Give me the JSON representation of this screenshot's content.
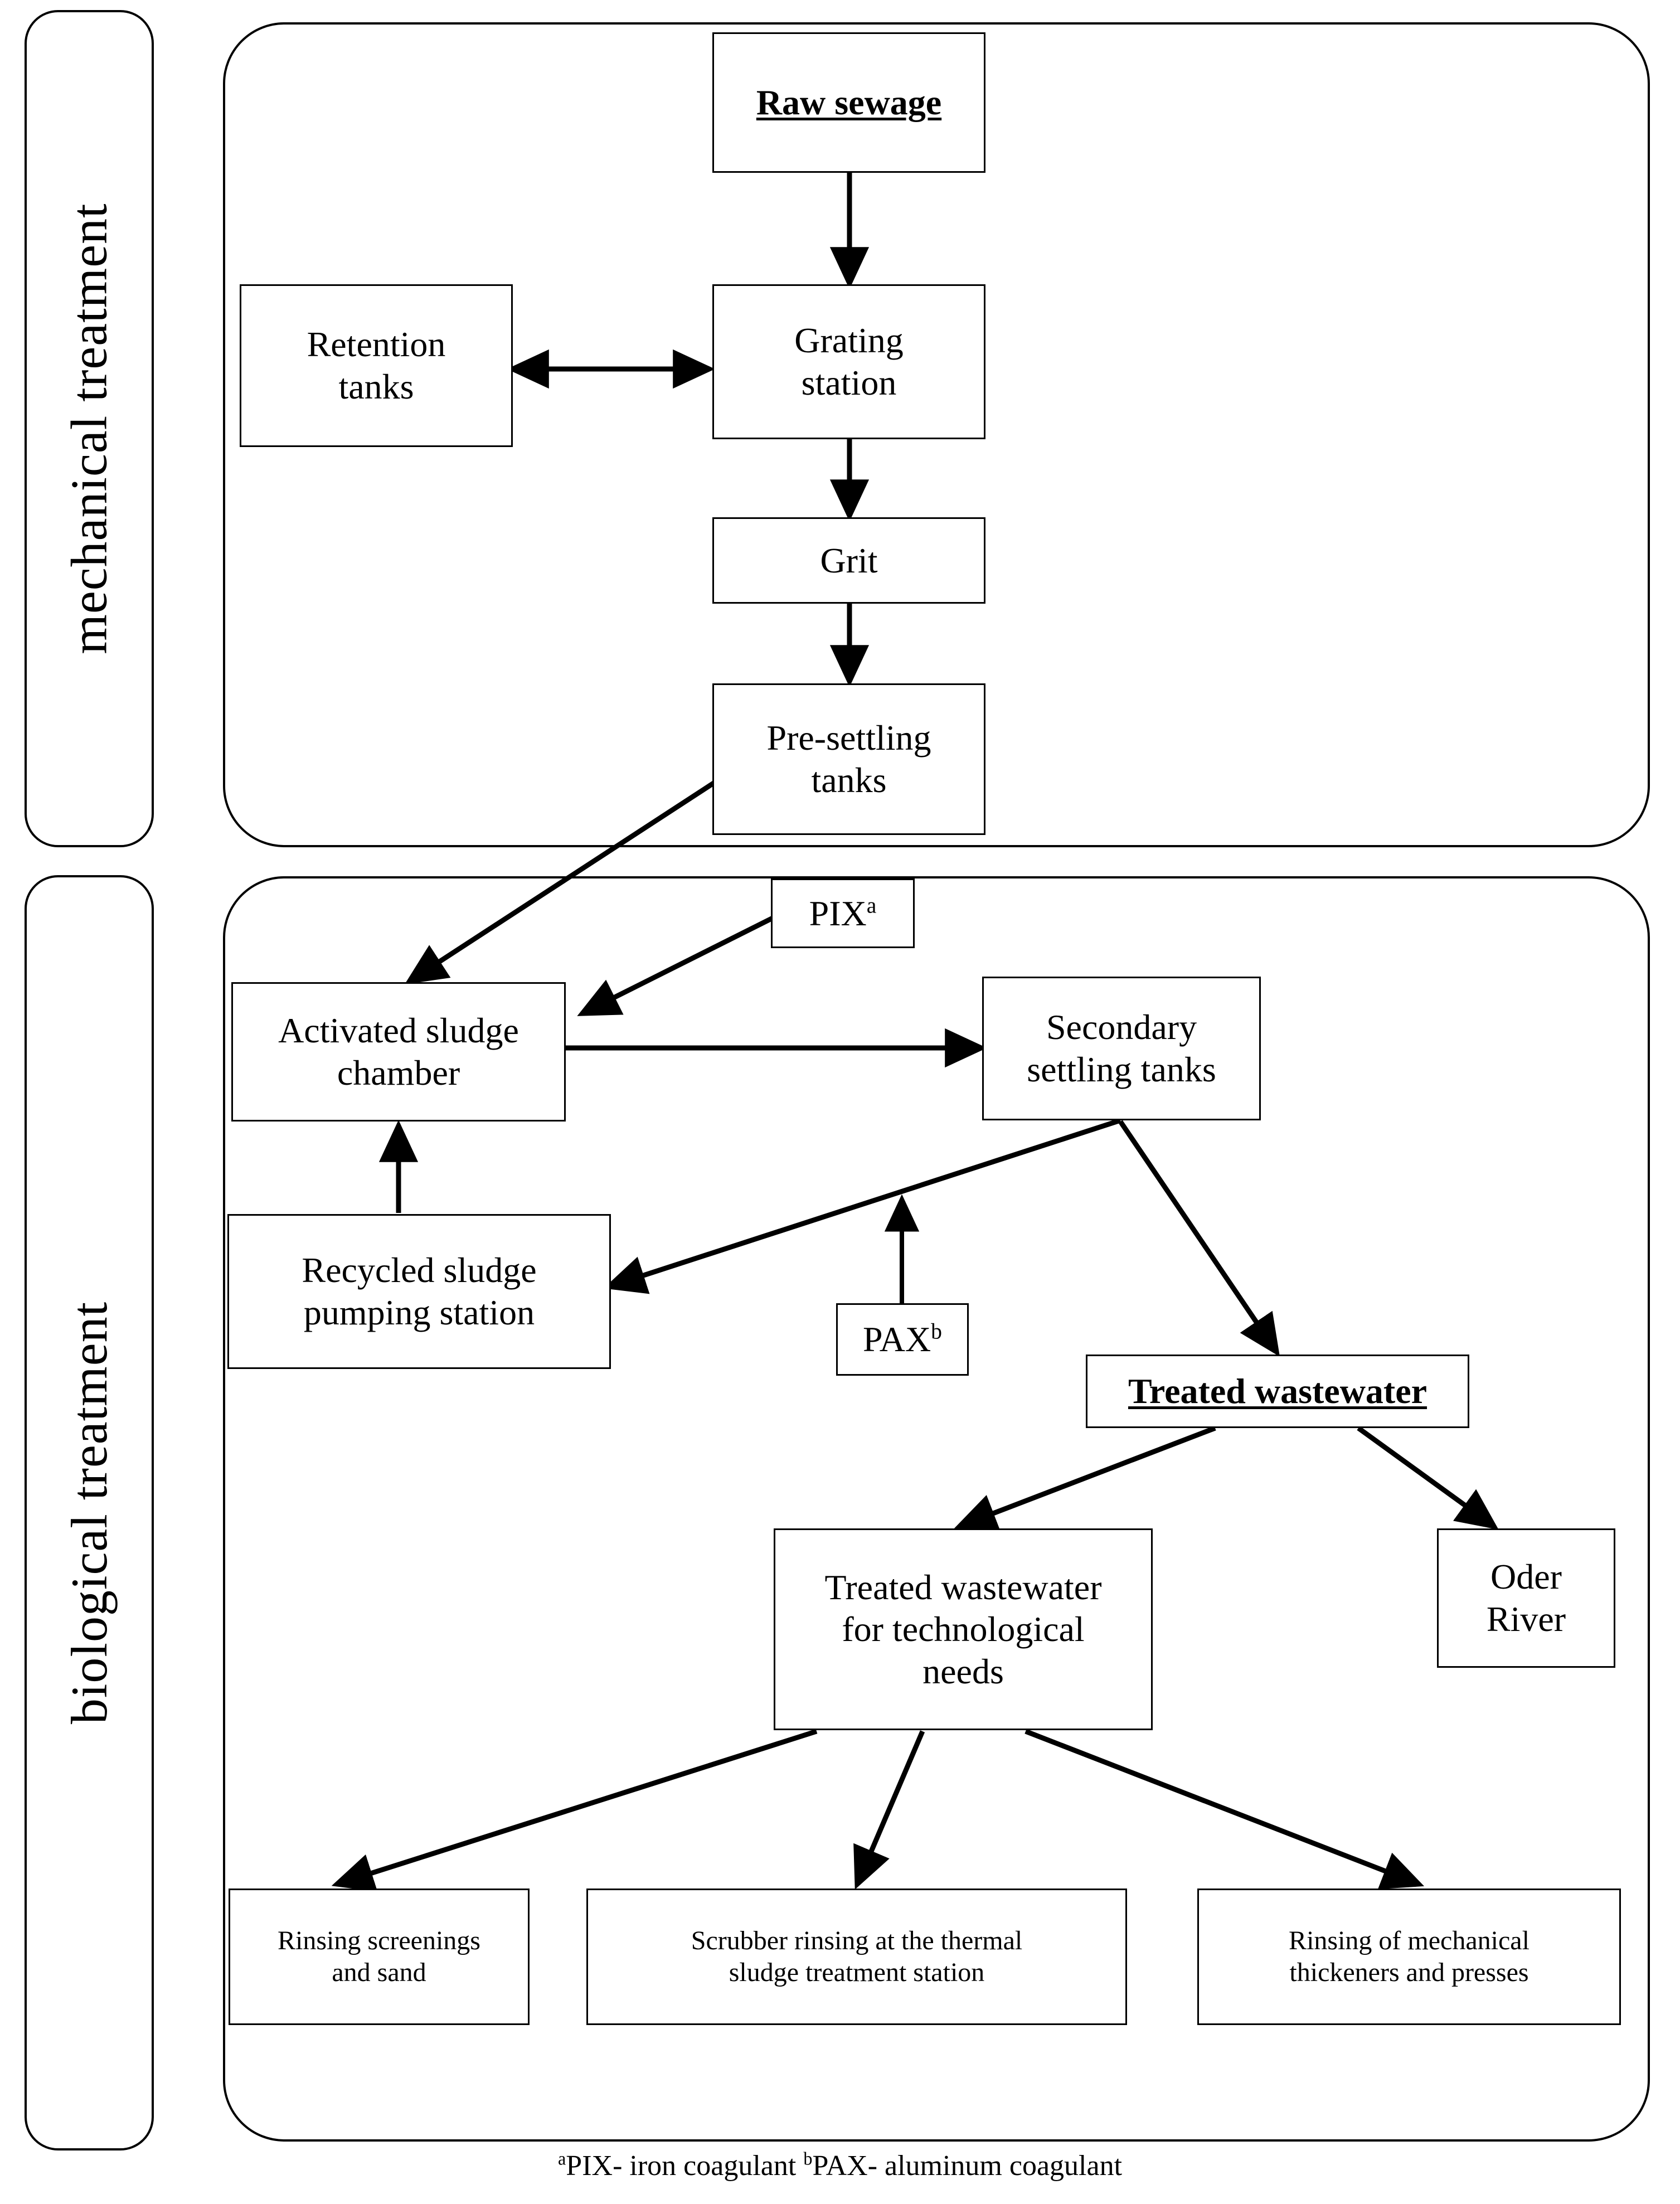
{
  "figure": {
    "type": "process-flow-diagram",
    "subject": "Wastewater treatment plant process flow"
  },
  "sections": [
    {
      "id": "mechanical",
      "label": "mechanical treatment"
    },
    {
      "id": "biological",
      "label": "biological treatment"
    }
  ],
  "nodes": {
    "raw_sewage": "Raw sewage",
    "retention_tanks_l1": "Retention",
    "retention_tanks_l2": "tanks",
    "grating_l1": "Grating",
    "grating_l2": "station",
    "grit": "Grit",
    "presettling_l1": "Pre-settling",
    "presettling_l2": "tanks",
    "pix": "PIX",
    "pix_sup": "a",
    "pax": "PAX",
    "pax_sup": "b",
    "activated_l1": "Activated sludge",
    "activated_l2": "chamber",
    "secondary_l1": "Secondary",
    "secondary_l2": "settling tanks",
    "recycled_l1": "Recycled sludge",
    "recycled_l2": "pumping station",
    "treated_wastewater": "Treated wastewater",
    "treated_tech_l1": "Treated wastewater",
    "treated_tech_l2": "for technological",
    "treated_tech_l3": "needs",
    "oder_l1": "Oder",
    "oder_l2": "River",
    "rinsing_screenings_l1": "Rinsing screenings",
    "rinsing_screenings_l2": "and sand",
    "scrubber_l1": "Scrubber rinsing at the thermal",
    "scrubber_l2": "sludge treatment station",
    "rinsing_mech_l1": "Rinsing of mechanical",
    "rinsing_mech_l2": "thickeners and presses"
  },
  "footnote": {
    "pix_marker": "a",
    "pix_text": "PIX- iron coagulant ",
    "pax_marker": "b",
    "pax_text": "PAX- aluminum coagulant"
  },
  "edges": [
    {
      "from": "raw_sewage",
      "to": "grating_station",
      "style": "single"
    },
    {
      "from": "retention_tanks",
      "to": "grating_station",
      "style": "double"
    },
    {
      "from": "grating_station",
      "to": "grit",
      "style": "single"
    },
    {
      "from": "grit",
      "to": "presettling_tanks",
      "style": "single"
    },
    {
      "from": "presettling_tanks",
      "to": "activated_sludge_chamber",
      "style": "single"
    },
    {
      "from": "pix",
      "to": "activated_sludge_chamber",
      "style": "single"
    },
    {
      "from": "activated_sludge_chamber",
      "to": "secondary_settling_tanks",
      "style": "single"
    },
    {
      "from": "recycled_sludge_pumping_station",
      "to": "activated_sludge_chamber",
      "style": "single"
    },
    {
      "from": "secondary_settling_tanks",
      "to": "recycled_sludge_pumping_station",
      "style": "single"
    },
    {
      "from": "pax",
      "to": "secondary_settling_line",
      "style": "single"
    },
    {
      "from": "secondary_settling_tanks",
      "to": "treated_wastewater",
      "style": "single"
    },
    {
      "from": "treated_wastewater",
      "to": "treated_wastewater_technological",
      "style": "single"
    },
    {
      "from": "treated_wastewater",
      "to": "oder_river",
      "style": "single"
    },
    {
      "from": "treated_wastewater_technological",
      "to": "rinsing_screenings_and_sand",
      "style": "single"
    },
    {
      "from": "treated_wastewater_technological",
      "to": "scrubber_rinsing",
      "style": "single"
    },
    {
      "from": "treated_wastewater_technological",
      "to": "rinsing_mechanical_thickeners",
      "style": "single"
    }
  ],
  "colors": {
    "stroke": "#000000",
    "background": "#ffffff"
  }
}
